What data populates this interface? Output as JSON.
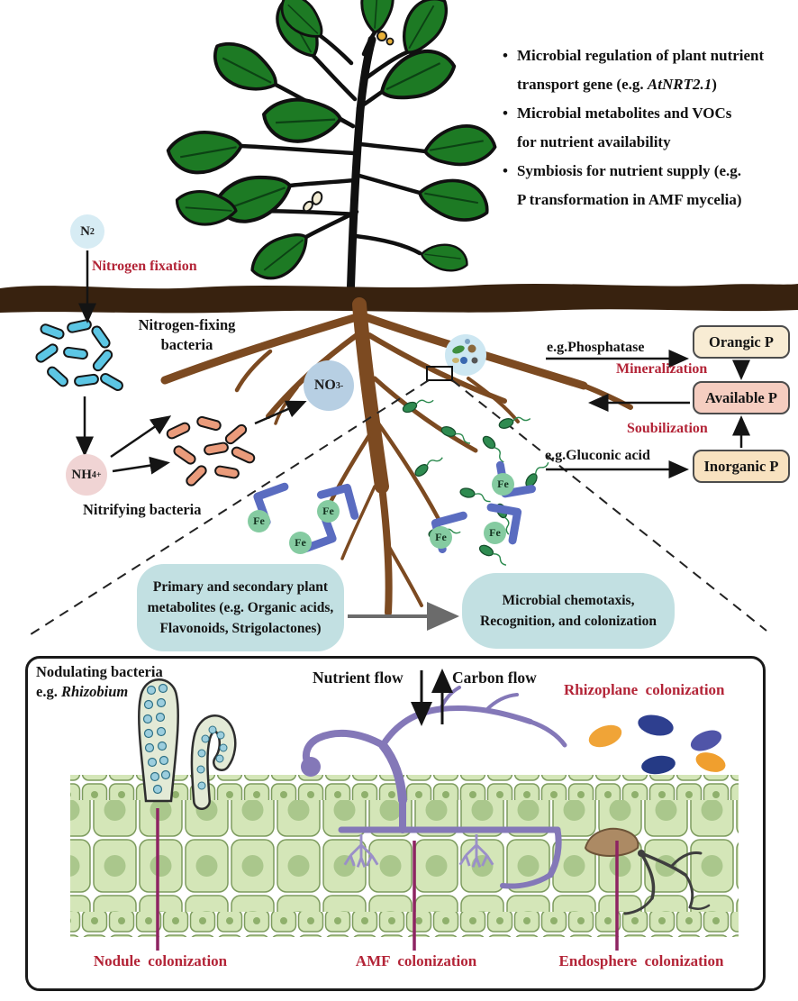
{
  "figure": {
    "bullet_marker": "•",
    "bullet_points": [
      {
        "line1": "Microbial regulation of plant nutrient",
        "line2_pre": "transport gene (e.g. ",
        "line2_italic": "AtNRT2.1",
        "line2_post": ")"
      },
      {
        "line1": "Microbial metabolites and VOCs",
        "line2_pre": "for nutrient availability",
        "line2_italic": "",
        "line2_post": ""
      },
      {
        "line1": "Symbiosis for nutrient supply (e.g.",
        "line2_pre": "P transformation in AMF mycelia)",
        "line2_italic": "",
        "line2_post": ""
      }
    ]
  },
  "nitrogen_cycle": {
    "n2": {
      "base": "N",
      "sub": "2"
    },
    "fixation_label": "Nitrogen fixation",
    "fixing_bacteria_label": "Nitrogen-fixing bacteria",
    "nh4": {
      "base": "NH",
      "sub": "4",
      "sup": "+"
    },
    "nitrifying_label": "Nitrifying bacteria",
    "no3": {
      "base": "NO",
      "sub": "3",
      "sup": "-"
    }
  },
  "phosphorus_cycle": {
    "phosphatase_label": "e.g.Phosphatase",
    "organic_p_label": "Orangic P",
    "mineralization_label": "Mineralization",
    "available_p_label": "Available P",
    "solubilization_label": "Soubilization",
    "inorganic_p_label": "Inorganic P",
    "gluconic_label": "e.g.Gluconic acid"
  },
  "iron": {
    "fe_label": "Fe"
  },
  "signaling": {
    "metabolites_box": {
      "line1": "Primary and secondary plant",
      "line2": "metabolites (e.g. Organic acids,",
      "line3": "Flavonoids, Strigolactones)"
    },
    "chemotaxis_box": {
      "line1": "Microbial chemotaxis,",
      "line2": "Recognition, and colonization"
    }
  },
  "colonization_panel": {
    "nodulating_line1": "Nodulating bacteria",
    "nodulating_pre": "e.g. ",
    "nodulating_species": "Rhizobium",
    "nutrient_flow_label": "Nutrient flow",
    "carbon_flow_label": "Carbon flow",
    "rhizoplane_label": "Rhizoplane  colonization",
    "nodule_label": "Nodule  colonization",
    "amf_label": "AMF  colonization",
    "endosphere_label": "Endosphere  colonization"
  },
  "colors": {
    "accent_red": "#b32437",
    "soil_brown": "#38220f",
    "root_brown": "#7c4a21",
    "leaf_green": "#1d7a24",
    "blue_bacteria": "#5cc6e4",
    "orange_bacteria": "#ea9b7b",
    "green_bacteria": "#2e8b50",
    "chelator_blue": "#5a6cc0",
    "fe_green": "#85cba1",
    "teal_box": "#c2e0e2",
    "organic_p_fill": "#f8ecd4",
    "available_p_fill": "#f5cdc0",
    "inorganic_p_fill": "#f8e2c0",
    "amf_purple": "#8478b8",
    "colonization_line": "#8e2462"
  }
}
